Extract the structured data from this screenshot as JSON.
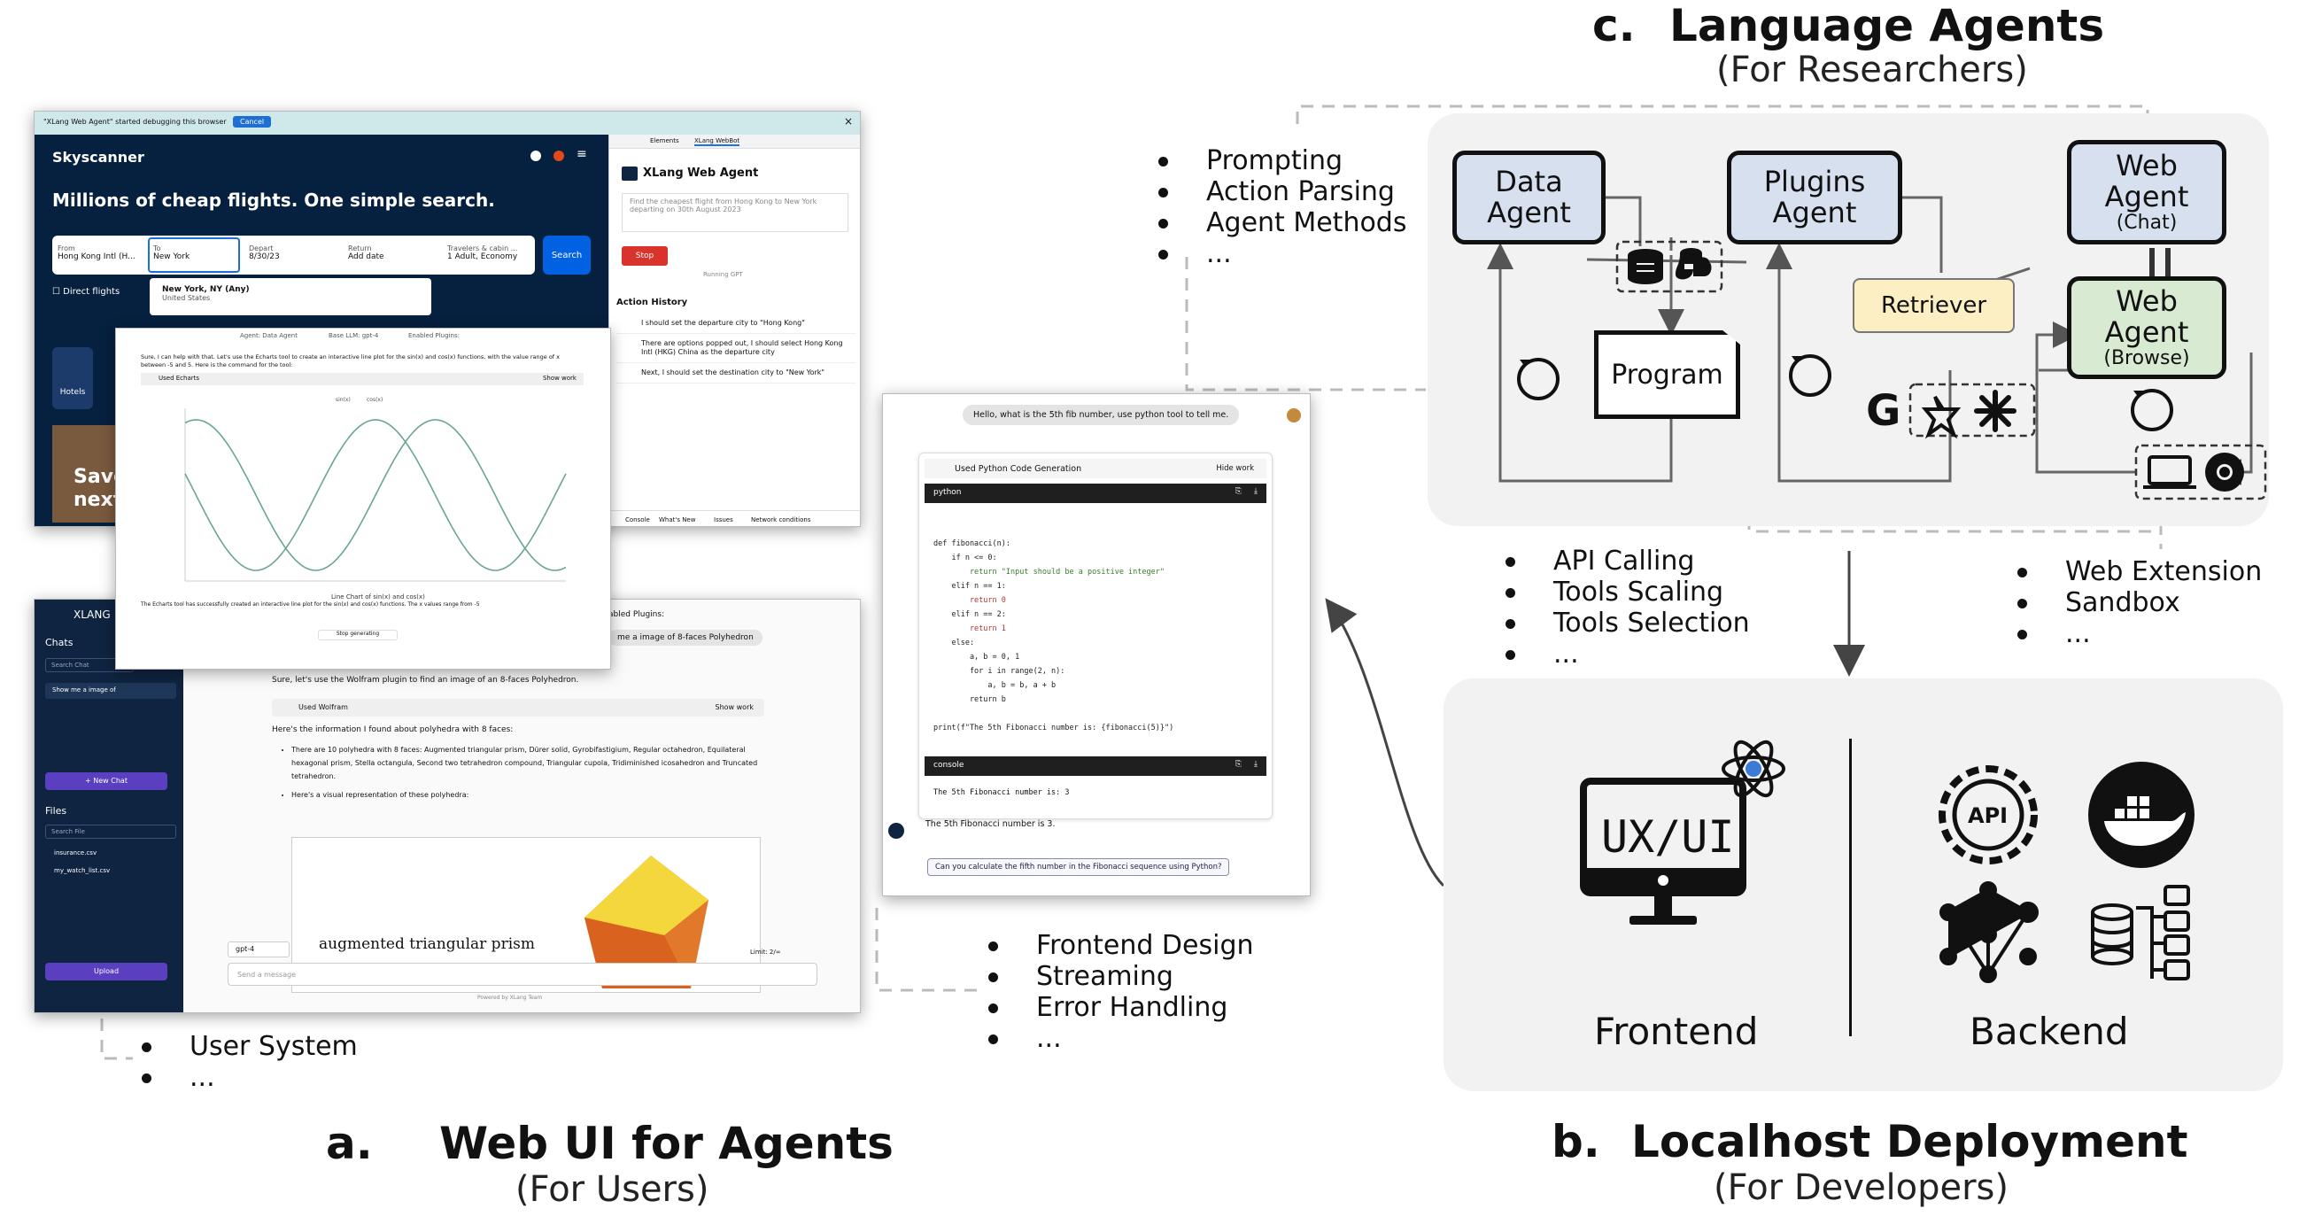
{
  "sections": {
    "a": {
      "letter": "a.",
      "title": "Web UI for Agents",
      "sub": "(For Users)"
    },
    "b": {
      "letter": "b.",
      "title": "Localhost Deployment",
      "sub": "(For Developers)"
    },
    "c": {
      "letter": "c.",
      "title": "Language Agents",
      "sub": "(For Researchers)"
    }
  },
  "bullets": {
    "research": [
      "Prompting",
      "Action Parsing",
      "Agent Methods",
      "..."
    ],
    "plugins": [
      "API Calling",
      "Tools Scaling",
      "Tools Selection",
      "..."
    ],
    "web": [
      "Web Extension",
      "Sandbox",
      "..."
    ],
    "frontend": [
      "Frontend Design",
      "Streaming",
      "Error Handling",
      "..."
    ],
    "user": [
      "User System",
      "..."
    ]
  },
  "agents": {
    "data": [
      "Data",
      "Agent"
    ],
    "plugins": [
      "Plugins",
      "Agent"
    ],
    "web_chat": [
      "Web",
      "Agent",
      "(Chat)"
    ],
    "web_browse": [
      "Web",
      "Agent",
      "(Browse)"
    ],
    "program": "Program",
    "retriever": "Retriever"
  },
  "deploy": {
    "frontend": "Frontend",
    "backend": "Backend",
    "uxui": "UX/UI",
    "api": "API"
  },
  "skyscanner": {
    "banner": "\"XLang Web Agent\" started debugging this browser",
    "cancel": "Cancel",
    "brand": "Skyscanner",
    "headline": "Millions of cheap flights. One simple search.",
    "fields": [
      {
        "label": "From",
        "value": "Hong Kong Intl (H..."
      },
      {
        "label": "To",
        "value": "New York"
      },
      {
        "label": "Depart",
        "value": "8/30/23"
      },
      {
        "label": "Return",
        "value": "Add date"
      },
      {
        "label": "Travelers & cabin ...",
        "value": "1 Adult, Economy"
      }
    ],
    "search": "Search",
    "direct": "Direct flights",
    "suggest_title": "New York, NY (Any)",
    "suggest_sub": "United States",
    "hotels": "Hotels",
    "save_text": "Save",
    "next_text": "next",
    "devtabs": [
      "Elements",
      "XLang WebBot"
    ],
    "ext_title": "XLang Web Agent",
    "ext_query": "Find the cheapest flight from Hong Kong to New York departing on 30th August 2023",
    "stop": "Stop",
    "running": "Running GPT",
    "history_title": "Action History",
    "history": [
      "I should set the departure city to \"Hong Kong\"",
      "There are options popped out, I should select Hong Kong Intl (HKG) China as the departure city",
      "Next, I should set the destination city to \"New York\""
    ],
    "console_tabs": [
      "Console",
      "What's New",
      "Issues",
      "Network conditions"
    ]
  },
  "chart_window": {
    "meta": [
      "Agent: Data Agent",
      "Base LLM: gpt-4",
      "Enabled Plugins:"
    ],
    "msg": "Sure, I can help with that. Let's use the Echarts tool to create an interactive line plot for the sin(x) and cos(x) functions, with the value range of x between -5 and 5. Here is the command for the tool:",
    "used": "Used Echarts",
    "show": "Show work",
    "legend": [
      "sin(x)",
      "cos(x)"
    ],
    "chart_title": "Line Chart of sin(x) and cos(x)",
    "done": "The Echarts tool has successfully created an interactive line plot for the sin(x) and cos(x) functions. The x values range from -5",
    "stop": "Stop generating"
  },
  "xlang_window": {
    "brand": "XLANG",
    "chats": "Chats",
    "search_chat": "Search Chat",
    "chat_item": "Show me a image of",
    "new_chat": "+ New Chat",
    "files": "Files",
    "search_file": "Search File",
    "file_list": [
      "insurance.csv",
      "my_watch_list.csv"
    ],
    "upload": "Upload",
    "plugins_label": "abled Plugins:",
    "user_msg": "me a image of 8-faces Polyhedron",
    "reply": "Sure, let's use the Wolfram plugin to find an image of an 8-faces Polyhedron.",
    "used": "Used Wolfram",
    "show": "Show work",
    "info": "Here's the information I found about polyhedra with 8 faces:",
    "list": [
      "There are 10 polyhedra with 8 faces: Augmented triangular prism, Dürer solid, Gyrobifastigium, Regular octahedron, Equilateral hexagonal prism, Stella octangula, Second two tetrahedron compound, Triangular cupola, Tridiminished icosahedron and Truncated tetrahedron.",
      "Here's a visual representation of these polyhedra:"
    ],
    "figure_caption": "augmented triangular prism",
    "model": "gpt-4",
    "input_placeholder": "Send a message",
    "limit": "Limit: 2/∞",
    "powered": "Powered by XLang Team"
  },
  "python_window": {
    "user_msg": "Hello, what is the 5th fib number, use python tool to tell me.",
    "used": "Used Python Code Generation",
    "hide": "Hide work",
    "code_lang": "python",
    "code": [
      "def fibonacci(n):",
      "    if n <= 0:",
      "        return \"Input should be a positive integer\"",
      "    elif n == 1:",
      "        return 0",
      "    elif n == 2:",
      "        return 1",
      "    else:",
      "        a, b = 0, 1",
      "        for i in range(2, n):",
      "            a, b = b, a + b",
      "        return b",
      "",
      "print(f\"The 5th Fibonacci number is: {fibonacci(5)}\")"
    ],
    "console_label": "console",
    "console_out": "The 5th Fibonacci number is: 3",
    "answer": "The 5th Fibonacci number is 3.",
    "suggestion": "Can you calculate the fifth number in the Fibonacci sequence using Python?"
  },
  "colors": {
    "agent_fill": "#d6e0ef",
    "web_browse_fill": "#d9ead3",
    "retriever_fill": "#fcefc4",
    "panel": "#f2f2f2",
    "sky_navy": "#06203f",
    "search_blue": "#0062e3"
  }
}
